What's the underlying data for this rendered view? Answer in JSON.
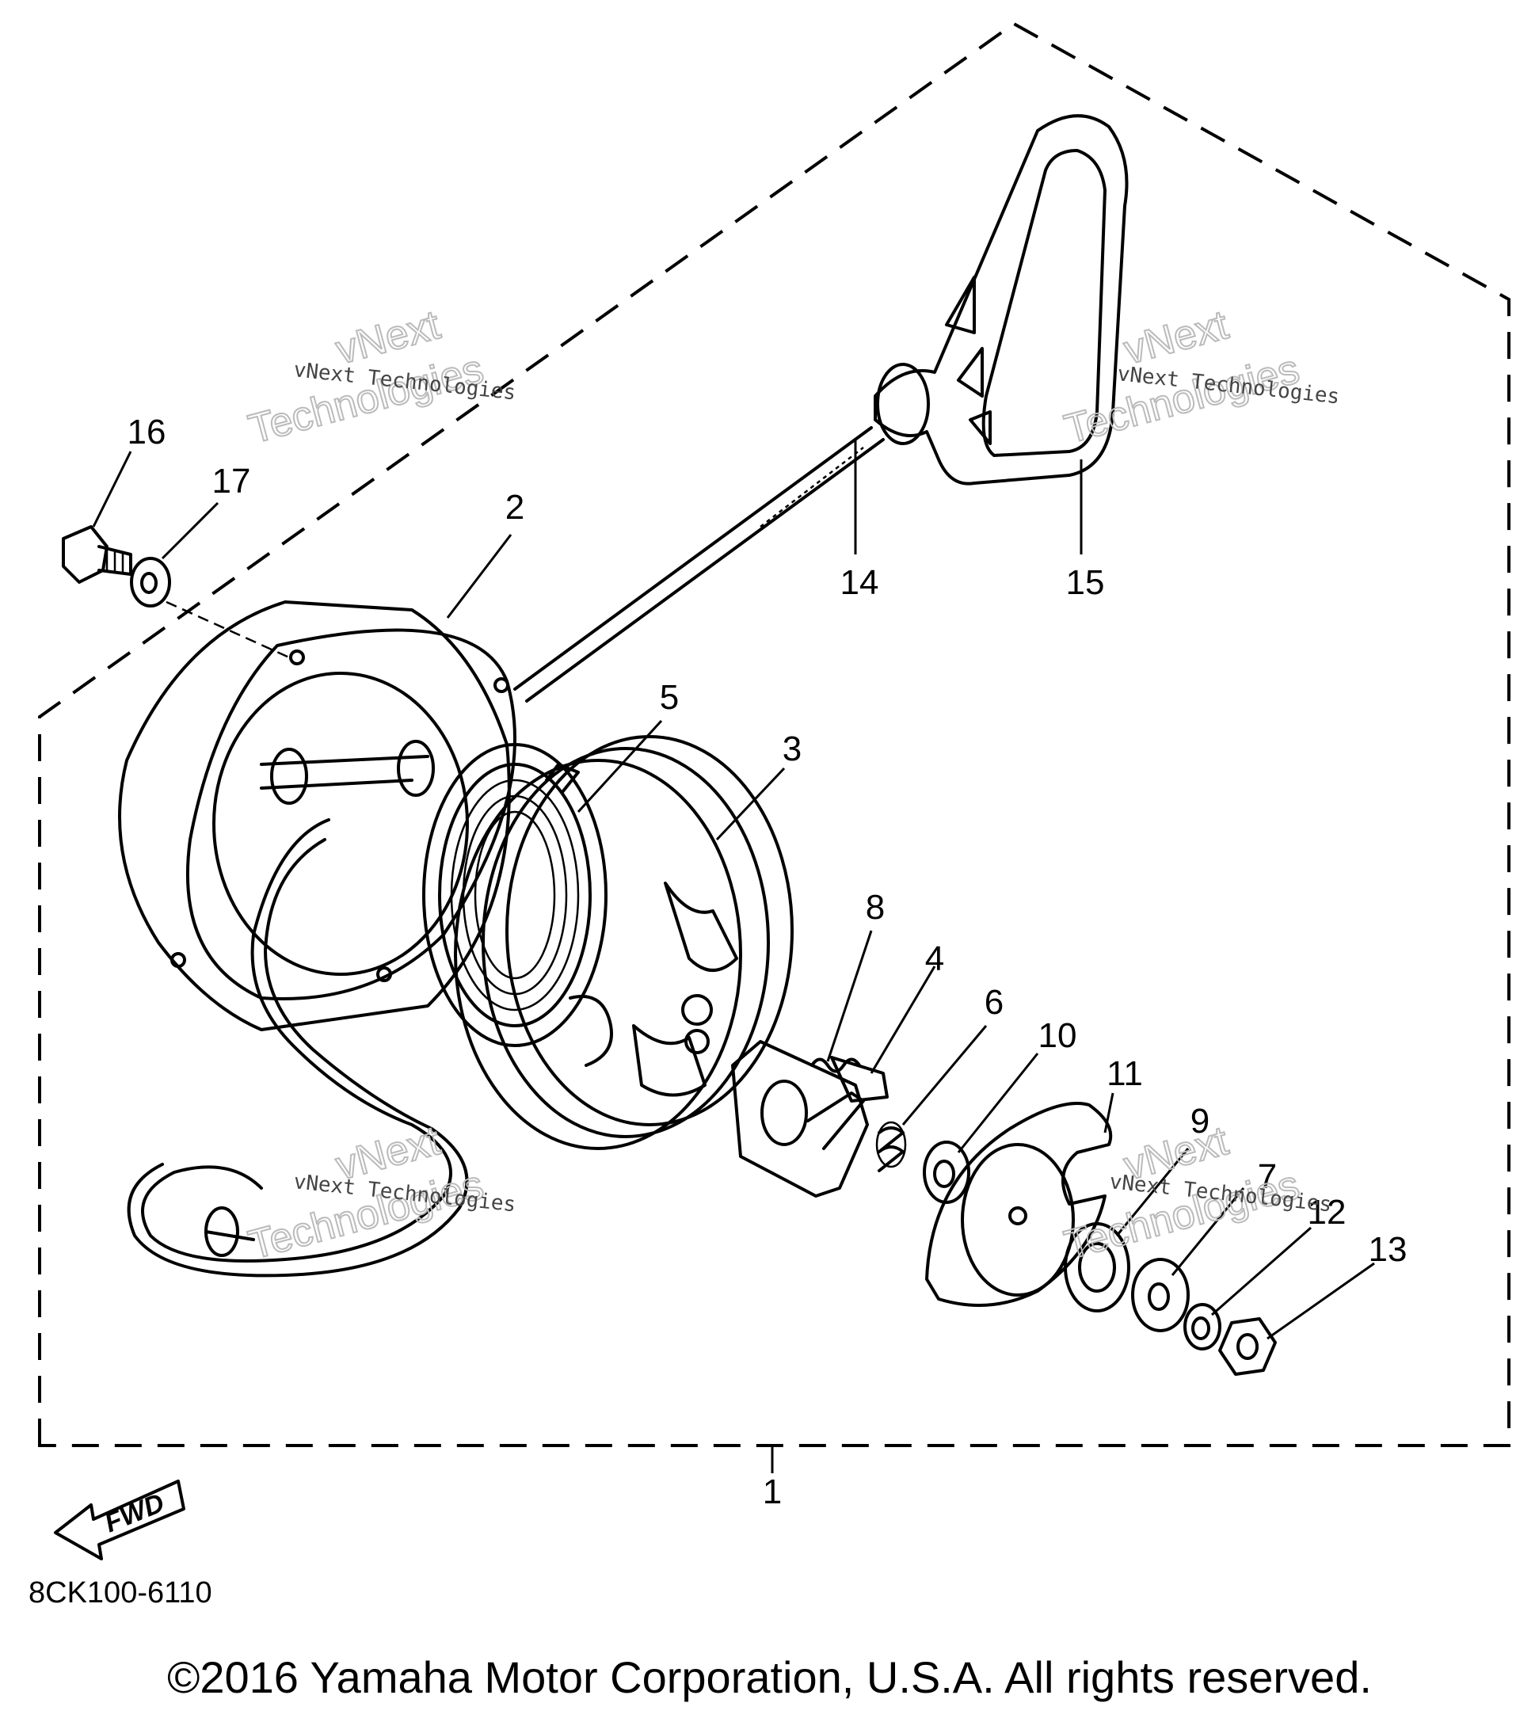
{
  "diagram": {
    "callouts": [
      "1",
      "2",
      "3",
      "4",
      "5",
      "6",
      "7",
      "8",
      "9",
      "10",
      "11",
      "12",
      "13",
      "14",
      "15",
      "16",
      "17"
    ],
    "watermark": {
      "small": "vNext Technologies",
      "big_line1": "vNext",
      "big_line2": "Technologies"
    },
    "fwd_label": "FWD",
    "drawing_code": "8CK100-6110",
    "copyright": "©2016 Yamaha Motor Corporation, U.S.A. All rights reserved."
  }
}
